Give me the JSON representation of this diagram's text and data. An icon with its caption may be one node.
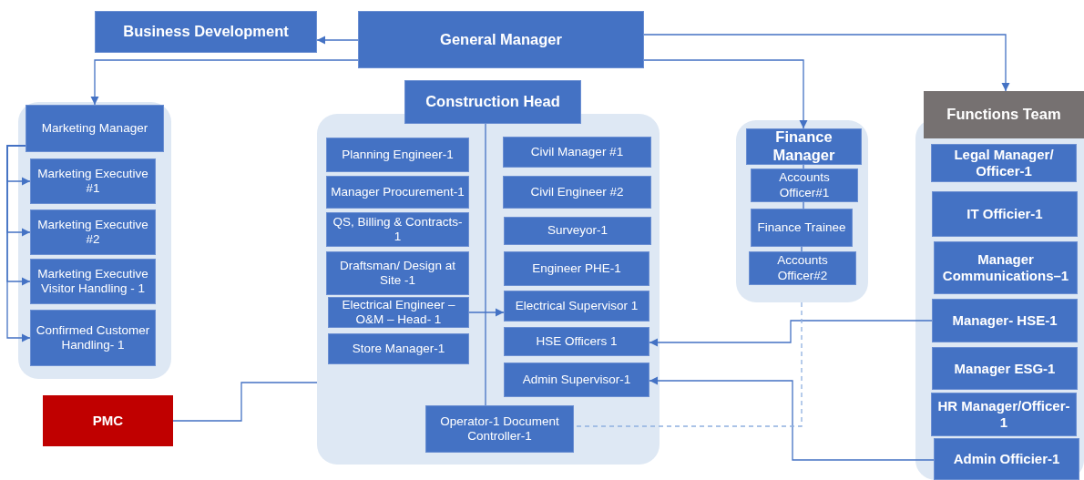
{
  "diagram": {
    "nodes": [
      {
        "text": [
          "Business Development"
        ]
      },
      {
        "text": [
          "General Manager"
        ]
      },
      {
        "text": [],
        "shape": "box"
      },
      {
        "text": [
          "Marketing Manager"
        ],
        "in": 2
      },
      {
        "text": [
          "Marketing Executive #1"
        ],
        "in": 2
      },
      {
        "text": [
          "Marketing Executive #2"
        ],
        "in": 2
      },
      {
        "text": [
          "Marketing Executive Visitor Handling - 1"
        ],
        "in": 2
      },
      {
        "text": [
          "Confirmed Customer Handling- 1"
        ],
        "in": 2
      },
      {
        "text": [
          "Construction Head"
        ]
      },
      {
        "text": [],
        "shape": "box"
      },
      {
        "text": [
          "Planning Engineer-1"
        ],
        "in": 9
      },
      {
        "text": [
          "Manager Procurement-1"
        ],
        "in": 9
      },
      {
        "text": [
          "QS, Billing & Contracts-1"
        ],
        "in": 9
      },
      {
        "text": [
          "Draftsman/ Design at Site -1"
        ],
        "in": 9
      },
      {
        "text": [
          "Electrical Engineer – O&M – Head- 1"
        ],
        "in": 9
      },
      {
        "text": [
          "Store Manager-1"
        ],
        "in": 9
      },
      {
        "text": [
          "Civil Manager #1"
        ],
        "in": 9
      },
      {
        "text": [
          "Civil Engineer #2"
        ],
        "in": 9
      },
      {
        "text": [
          "Surveyor-1"
        ],
        "in": 9
      },
      {
        "text": [
          "Engineer PHE-1"
        ],
        "in": 9
      },
      {
        "text": [
          "Electrical Supervisor 1"
        ],
        "in": 9
      },
      {
        "text": [
          "HSE Officers 1"
        ],
        "in": 9
      },
      {
        "text": [
          "Admin Supervisor-1"
        ],
        "in": 9
      },
      {
        "text": [
          "Operator-1 Document Controller-1"
        ],
        "in": 9
      },
      {
        "text": [],
        "shape": "box"
      },
      {
        "text": [
          "Finance Manager"
        ],
        "in": 24
      },
      {
        "text": [
          "Accounts Officer#1"
        ],
        "in": 24
      },
      {
        "text": [
          "Finance Trainee"
        ],
        "in": 24
      },
      {
        "text": [
          "Accounts Officer#2"
        ],
        "in": 24
      },
      {
        "text": [
          "Functions Team"
        ]
      },
      {
        "text": [],
        "shape": "box"
      },
      {
        "text": [
          "Legal Manager/ Officer-1"
        ],
        "in": 30
      },
      {
        "text": [
          "IT Officier-1"
        ],
        "in": 30
      },
      {
        "text": [
          "Manager Communications–1"
        ],
        "in": 30
      },
      {
        "text": [
          "Manager- HSE-1"
        ],
        "in": 30
      },
      {
        "text": [
          "Manager ESG-1"
        ],
        "in": 30
      },
      {
        "text": [
          "HR Manager/Officer-1"
        ],
        "in": 30
      },
      {
        "text": [
          "Admin Officier-1"
        ],
        "in": 30
      },
      {
        "text": [
          "PMC"
        ]
      }
    ],
    "edges": [
      {
        "from": 1,
        "to": 0,
        "arrow": "to"
      },
      {
        "from": 1,
        "to": 3,
        "arrow": "to"
      },
      {
        "from": 1,
        "to": 25,
        "arrow": "to"
      },
      {
        "from": 1,
        "to": 29,
        "arrow": "to"
      },
      {
        "from": 3,
        "to": 4,
        "arrow": "to"
      },
      {
        "from": 3,
        "to": 5,
        "arrow": "to"
      },
      {
        "from": 3,
        "to": 6,
        "arrow": "to"
      },
      {
        "from": 3,
        "to": 7,
        "arrow": "to"
      },
      {
        "from": 8,
        "to": 23,
        "arrow": "none"
      },
      {
        "from": 14,
        "to": 20,
        "arrow": "to"
      },
      {
        "from": 34,
        "to": 21,
        "arrow": "to"
      },
      {
        "from": 37,
        "to": 22,
        "arrow": "to"
      },
      {
        "from": 38,
        "to": 9,
        "arrow": "none"
      },
      {
        "from": 25,
        "to": 26,
        "arrow": "none"
      },
      {
        "from": 26,
        "to": 27,
        "arrow": "none"
      },
      {
        "from": 27,
        "to": 28,
        "arrow": "none"
      },
      {
        "from": 24,
        "to": 23,
        "arrow": "none",
        "style": "dashed"
      }
    ]
  }
}
